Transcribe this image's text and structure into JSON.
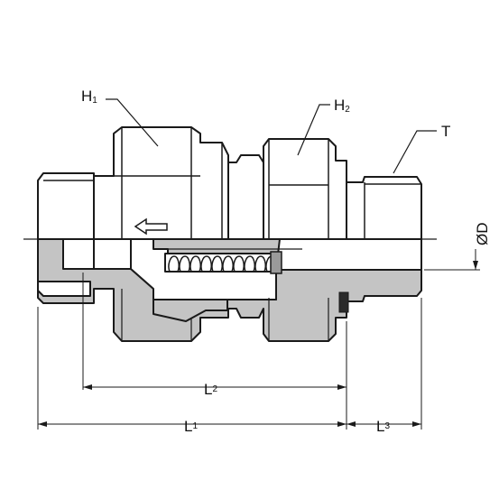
{
  "labels": {
    "h1": {
      "main": "H",
      "sub": "1"
    },
    "h2": {
      "main": "H",
      "sub": "2"
    },
    "t": {
      "main": "T"
    },
    "od": {
      "main": "ØD"
    },
    "l1": {
      "main": "L",
      "sub": "1"
    },
    "l2": {
      "main": "L",
      "sub": "2"
    },
    "l3": {
      "main": "L",
      "sub": "3"
    }
  },
  "colors": {
    "outline": "#1a1a1a",
    "body_fill": "#ffffff",
    "section_fill": "#c4c4c4",
    "section_dark": "#9a9a9a",
    "seal": "#2a2a2a"
  },
  "icons": {
    "flow_direction": "arrow-left-icon"
  }
}
